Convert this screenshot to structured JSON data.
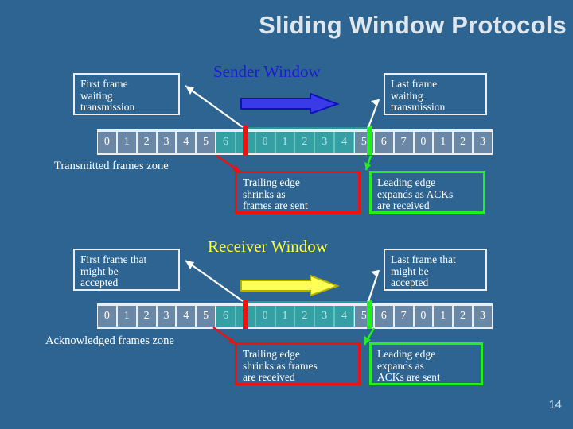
{
  "slide": {
    "title": "Sliding Window Protocols",
    "page_number": "14",
    "background_color": "#2e6491"
  },
  "colors": {
    "title_text": "#dfe7ee",
    "sender_heading": "#1c1cd8",
    "receiver_heading": "#ffff33",
    "trailing_edge": "#ee1111",
    "leading_edge": "#22ee22",
    "window_fill": "#34a0a4",
    "cell_fill": "#6b87a6",
    "frame_border": "#e9eef3",
    "sender_arrow": "#1c1cd8",
    "receiver_arrow": "#ffff33"
  },
  "sender": {
    "heading": "Sender Window",
    "arrow_direction": "right",
    "callouts": {
      "first_frame": "First frame\nwaiting\ntransmission",
      "last_frame": "Last frame\nwaiting\ntransmission",
      "trailing_edge": "Trailing edge\nshrinks as\nframes are sent",
      "leading_edge": "Leading edge\nexpands as ACKs\nare received"
    },
    "zone_label": "Transmitted frames zone",
    "frames": [
      "0",
      "1",
      "2",
      "3",
      "4",
      "5",
      "6",
      "7",
      "0",
      "1",
      "2",
      "3",
      "4",
      "5",
      "6",
      "7",
      "0",
      "1",
      "2",
      "3"
    ],
    "window_start_index": 6,
    "window_end_index": 12
  },
  "receiver": {
    "heading": "Receiver Window",
    "arrow_direction": "right",
    "callouts": {
      "first_frame": "First frame that\nmight be\naccepted",
      "last_frame": "Last frame that\nmight be\naccepted",
      "trailing_edge": "Trailing edge\nshrinks as frames\nare received",
      "leading_edge": "Leading edge\nexpands as\nACKs are sent"
    },
    "zone_label": "Acknowledged frames zone",
    "frames": [
      "0",
      "1",
      "2",
      "3",
      "4",
      "5",
      "6",
      "7",
      "0",
      "1",
      "2",
      "3",
      "4",
      "5",
      "6",
      "7",
      "0",
      "1",
      "2",
      "3"
    ],
    "window_start_index": 6,
    "window_end_index": 12
  }
}
